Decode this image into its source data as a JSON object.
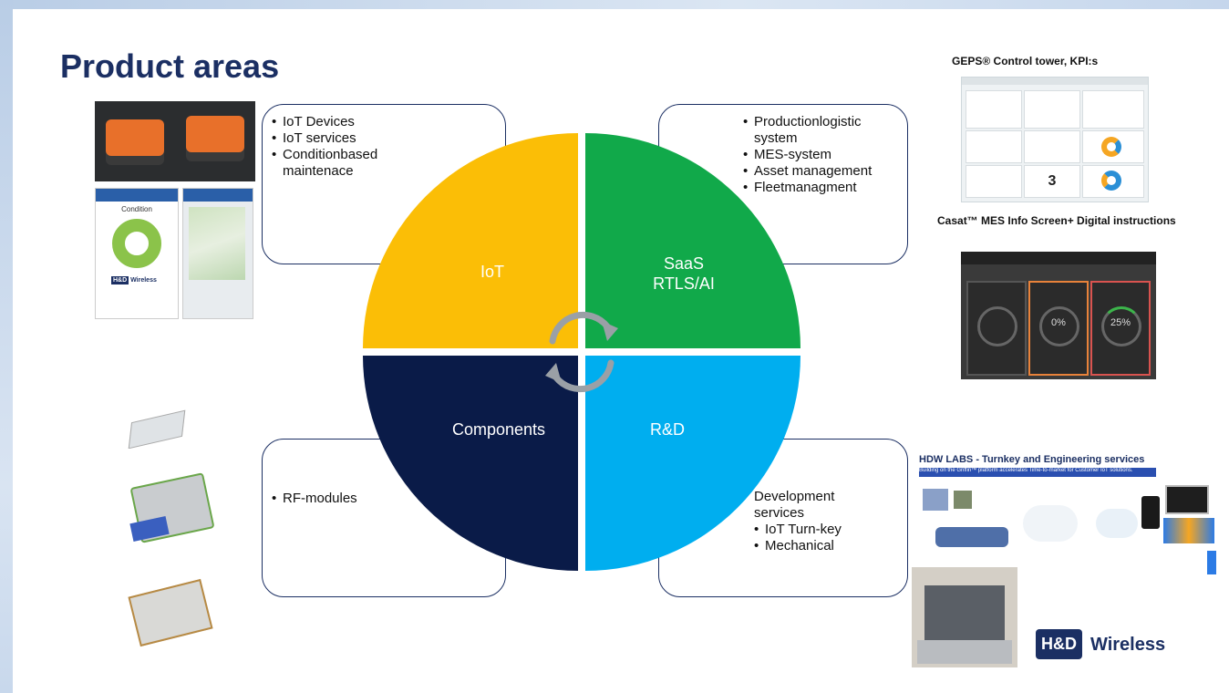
{
  "slide": {
    "title": "Product areas"
  },
  "quadrants": {
    "iot": {
      "label": "IoT",
      "color": "#fbbe06"
    },
    "saas": {
      "label_line1": "SaaS",
      "label_line2": "RTLS/AI",
      "color": "#11a94a"
    },
    "components": {
      "label": "Components",
      "color": "#0a1b48"
    },
    "rnd": {
      "label": "R&D",
      "color": "#00aeef"
    }
  },
  "boxes": {
    "iot": {
      "items": [
        "IoT Devices",
        "IoT services",
        "Conditionbased maintenace"
      ]
    },
    "saas": {
      "items": [
        "Productionlogistic system",
        "MES-system",
        "Asset management",
        "Fleetmanagment"
      ]
    },
    "components": {
      "items": [
        "RF-modules"
      ]
    },
    "rnd": {
      "intro": "Development services",
      "items": [
        "IoT Turn-key",
        "Mechanical"
      ]
    }
  },
  "captions": {
    "geps": "GEPS® Control tower, KPI:s",
    "casat": "Casat™ MES Info Screen+ Digital instructions",
    "hdw_title": "HDW LABS - Turnkey and Engineering services",
    "hdw_sub": "Building on the Griffin™ platform accelerates Time-to-market for Customer IoT solutions."
  },
  "phone_app": {
    "heading": "Condition",
    "brand": "Wireless"
  },
  "mes_screen": {
    "values": [
      "0%",
      "25%"
    ]
  },
  "dashboard": {
    "kpi": "3"
  },
  "logo": {
    "mark": "H&D",
    "text": "Wireless"
  }
}
